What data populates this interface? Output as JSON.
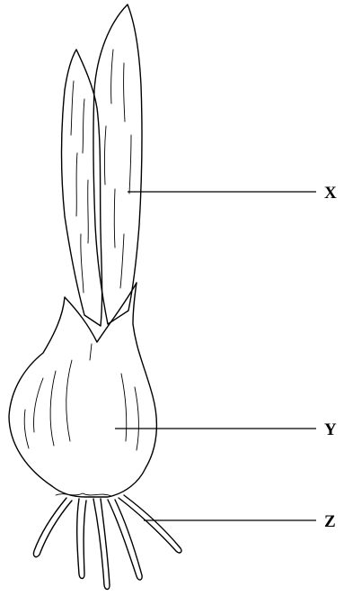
{
  "diagram": {
    "labels": {
      "x": "X",
      "y": "Y",
      "z": "Z"
    }
  }
}
